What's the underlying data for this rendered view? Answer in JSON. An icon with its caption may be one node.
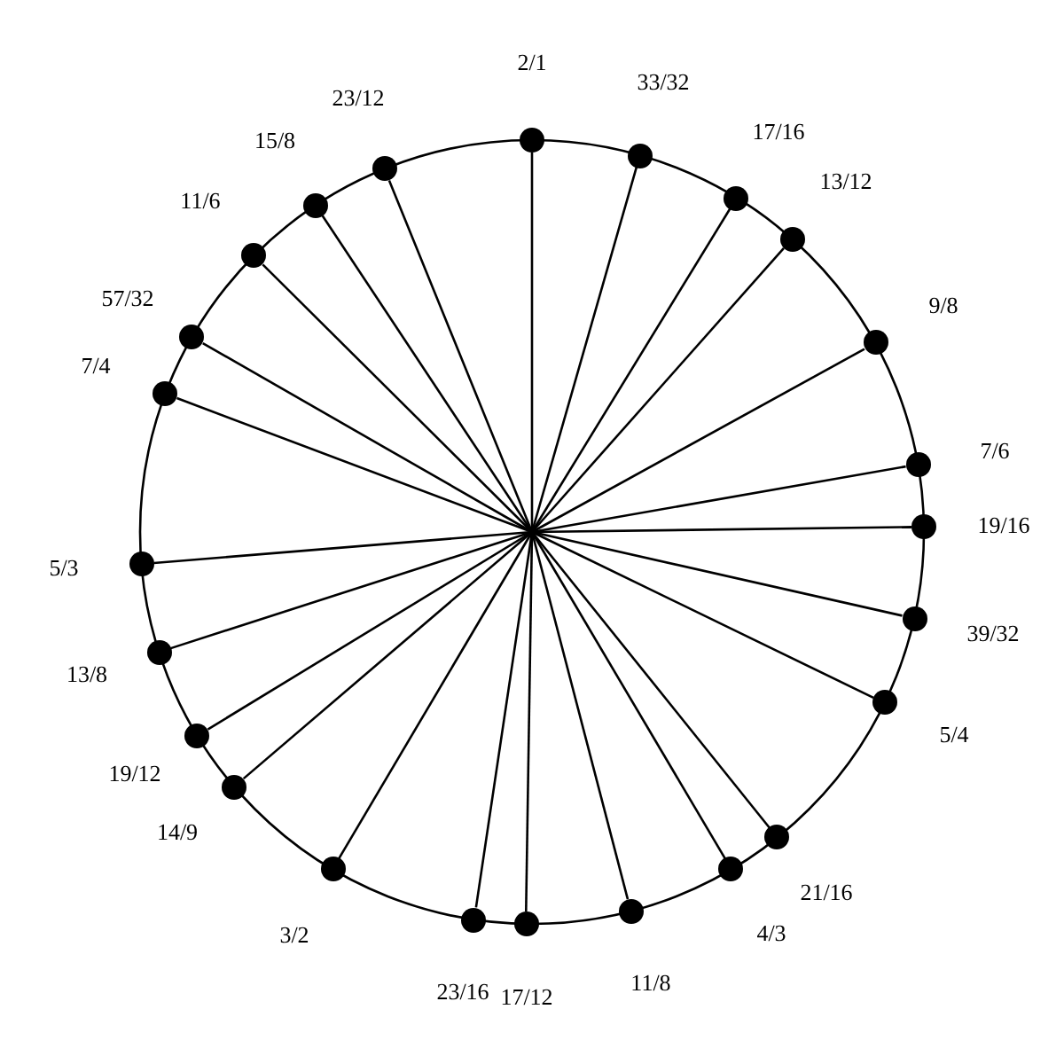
{
  "diagram": {
    "nodes": [
      {
        "text": [],
        "shape": "circle",
        "beside": [
          "2/1"
        ]
      },
      {
        "text": [],
        "shape": "circle",
        "beside": [
          "33/32"
        ]
      },
      {
        "text": [],
        "shape": "circle",
        "beside": [
          "17/16"
        ]
      },
      {
        "text": [],
        "shape": "circle",
        "beside": [
          "13/12"
        ]
      },
      {
        "text": [],
        "shape": "circle",
        "beside": [
          "9/8"
        ]
      },
      {
        "text": [],
        "shape": "circle",
        "beside": [
          "7/6"
        ]
      },
      {
        "text": [],
        "shape": "circle",
        "beside": [
          "19/16"
        ]
      },
      {
        "text": [],
        "shape": "circle",
        "beside": [
          "39/32"
        ]
      },
      {
        "text": [],
        "shape": "circle",
        "beside": [
          "5/4"
        ]
      },
      {
        "text": [],
        "shape": "circle",
        "beside": [
          "21/16"
        ]
      },
      {
        "text": [],
        "shape": "circle",
        "beside": [
          "4/3"
        ]
      },
      {
        "text": [],
        "shape": "circle",
        "beside": [
          "11/8"
        ]
      },
      {
        "text": [],
        "shape": "circle",
        "beside": [
          "17/12"
        ]
      },
      {
        "text": [],
        "shape": "circle",
        "beside": [
          "23/16"
        ]
      },
      {
        "text": [],
        "shape": "circle",
        "beside": [
          "3/2"
        ]
      },
      {
        "text": [],
        "shape": "circle",
        "beside": [
          "14/9"
        ]
      },
      {
        "text": [],
        "shape": "circle",
        "beside": [
          "19/12"
        ]
      },
      {
        "text": [],
        "shape": "circle",
        "beside": [
          "13/8"
        ]
      },
      {
        "text": [],
        "shape": "circle",
        "beside": [
          "5/3"
        ]
      },
      {
        "text": [],
        "shape": "circle",
        "beside": [
          "7/4"
        ]
      },
      {
        "text": [],
        "shape": "circle",
        "beside": [
          "57/32"
        ]
      },
      {
        "text": [],
        "shape": "circle",
        "beside": [
          "11/6"
        ]
      },
      {
        "text": [],
        "shape": "circle",
        "beside": [
          "15/8"
        ]
      },
      {
        "text": [],
        "shape": "circle",
        "beside": [
          "23/12"
        ]
      }
    ],
    "edges": [
      {
        "from": null,
        "to": 0,
        "arrow": "none"
      },
      {
        "from": null,
        "to": 1,
        "arrow": "none"
      },
      {
        "from": null,
        "to": 2,
        "arrow": "none"
      },
      {
        "from": null,
        "to": 3,
        "arrow": "none"
      },
      {
        "from": null,
        "to": 4,
        "arrow": "none"
      },
      {
        "from": null,
        "to": 5,
        "arrow": "none"
      },
      {
        "from": null,
        "to": 6,
        "arrow": "none"
      },
      {
        "from": null,
        "to": 7,
        "arrow": "none"
      },
      {
        "from": null,
        "to": 8,
        "arrow": "none"
      },
      {
        "from": null,
        "to": 9,
        "arrow": "none"
      },
      {
        "from": null,
        "to": 10,
        "arrow": "none"
      },
      {
        "from": null,
        "to": 11,
        "arrow": "none"
      },
      {
        "from": null,
        "to": 12,
        "arrow": "none"
      },
      {
        "from": null,
        "to": 13,
        "arrow": "none"
      },
      {
        "from": null,
        "to": 14,
        "arrow": "none"
      },
      {
        "from": null,
        "to": 15,
        "arrow": "none"
      },
      {
        "from": null,
        "to": 16,
        "arrow": "none"
      },
      {
        "from": null,
        "to": 17,
        "arrow": "none"
      },
      {
        "from": null,
        "to": 18,
        "arrow": "none"
      },
      {
        "from": null,
        "to": 19,
        "arrow": "none"
      },
      {
        "from": null,
        "to": 20,
        "arrow": "none"
      },
      {
        "from": null,
        "to": 21,
        "arrow": "none"
      },
      {
        "from": null,
        "to": 22,
        "arrow": "none"
      },
      {
        "from": null,
        "to": 23,
        "arrow": "none"
      }
    ]
  }
}
